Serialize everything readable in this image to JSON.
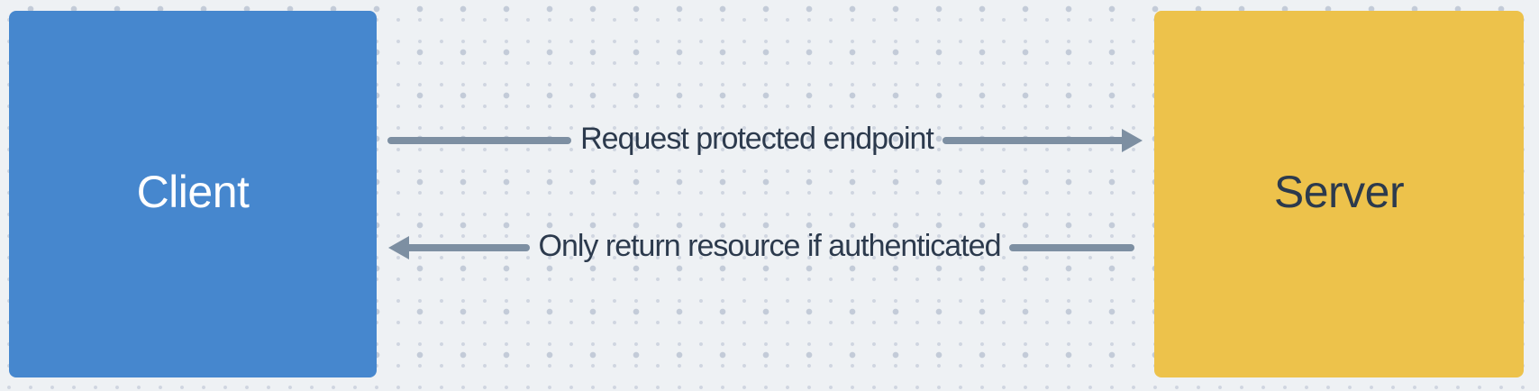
{
  "diagram": {
    "nodes": [
      {
        "id": "client",
        "label": "Client",
        "fill": "#4687ce",
        "text_color": "#ffffff"
      },
      {
        "id": "server",
        "label": "Server",
        "fill": "#edc24b",
        "text_color": "#2c3a4d"
      }
    ],
    "edges": [
      {
        "from": "client",
        "to": "server",
        "label": "Request protected endpoint",
        "direction": "right"
      },
      {
        "from": "server",
        "to": "client",
        "label": "Only return resource if authenticated",
        "direction": "left"
      }
    ],
    "colors": {
      "background": "#eef1f4",
      "grid_dot": "#c3cbd8",
      "edge_line": "#7d8fa2",
      "edge_label_text": "#2c3a4d"
    }
  }
}
